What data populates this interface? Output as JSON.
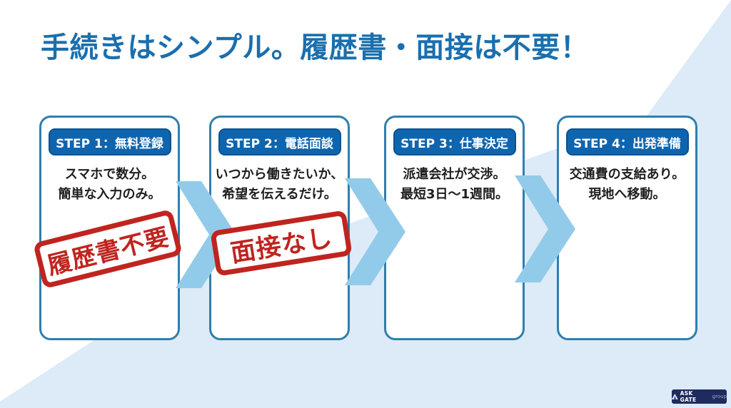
{
  "title": "手続きはシンプル。履歴書・面接は不要！",
  "colors": {
    "title_blue": "#1a6fae",
    "badge_blue": "#0e65ae",
    "badge_border": "#0b5292",
    "card_border": "#2e7fae",
    "arrow_blue": "#92cbe9",
    "bg_blue": "#dcebf7",
    "stamp_red": "#c0241f",
    "text_dark": "#1e1e1e",
    "logo_navy": "#1f2b5f"
  },
  "steps": [
    {
      "badge": "STEP 1：無料登録",
      "line1": "スマホで数分。",
      "line2": "簡単な入力のみ。"
    },
    {
      "badge": "STEP 2：電話面談",
      "line1": "いつから働きたいか、",
      "line2": "希望を伝えるだけ。"
    },
    {
      "badge": "STEP 3：仕事決定",
      "line1": "派遣会社が交渉。",
      "line2": "最短3日〜1週間。"
    },
    {
      "badge": "STEP 4：出発準備",
      "line1": "交通費の支給あり。",
      "line2": "現地へ移動。"
    }
  ],
  "stamps": [
    {
      "label": "履歴書不要"
    },
    {
      "label": "面接なし"
    }
  ],
  "logo": {
    "brand": "ASK GATE",
    "suffix": "group"
  }
}
